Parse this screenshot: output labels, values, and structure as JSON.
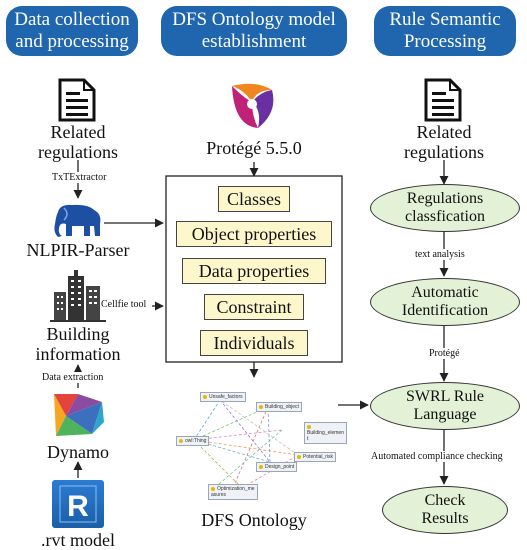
{
  "headers": {
    "left": "Data collection\nand processing",
    "middle": "DFS Ontology model\nestablishment",
    "right": "Rule Semantic\nProcessing"
  },
  "left_column": {
    "related_regulations": "Related\nregulations",
    "txtextractor": "TxTExtractor",
    "nlpir": "NLPIR-Parser",
    "cellfie": "Cellfie tool",
    "building_info": "Building\ninformation",
    "data_extraction": "Data extraction",
    "dynamo": "Dynamo",
    "rvt": ".rvt model"
  },
  "middle_column": {
    "protege": "Protégé 5.5.0",
    "items": [
      "Classes",
      "Object properties",
      "Data properties",
      "Constraint",
      "Individuals"
    ],
    "ontology_caption": "DFS Ontology",
    "ontology_nodes": [
      "owl:Thing",
      "Unsafe_factors",
      "Building_object",
      "Building_elemen\nt",
      "Potential_risk",
      "Design_point",
      "Optimization_me\nasures"
    ]
  },
  "right_column": {
    "related_regulations": "Related\nregulations",
    "classification": "Regulations\nclassfication",
    "text_analysis": "text analysis",
    "auto_id": "Automatic\nIdentification",
    "protege_small": "Protégé",
    "swrl": "SWRL Rule\nLanguage",
    "compliance": "Automated compliance checking",
    "check": "Check\nResults"
  },
  "colors": {
    "header_blue": "#1f66ae",
    "ellipse_green": "#e3f1d6",
    "box_yellow": "#fff7cc",
    "revit_blue": "#1a5fa8"
  }
}
